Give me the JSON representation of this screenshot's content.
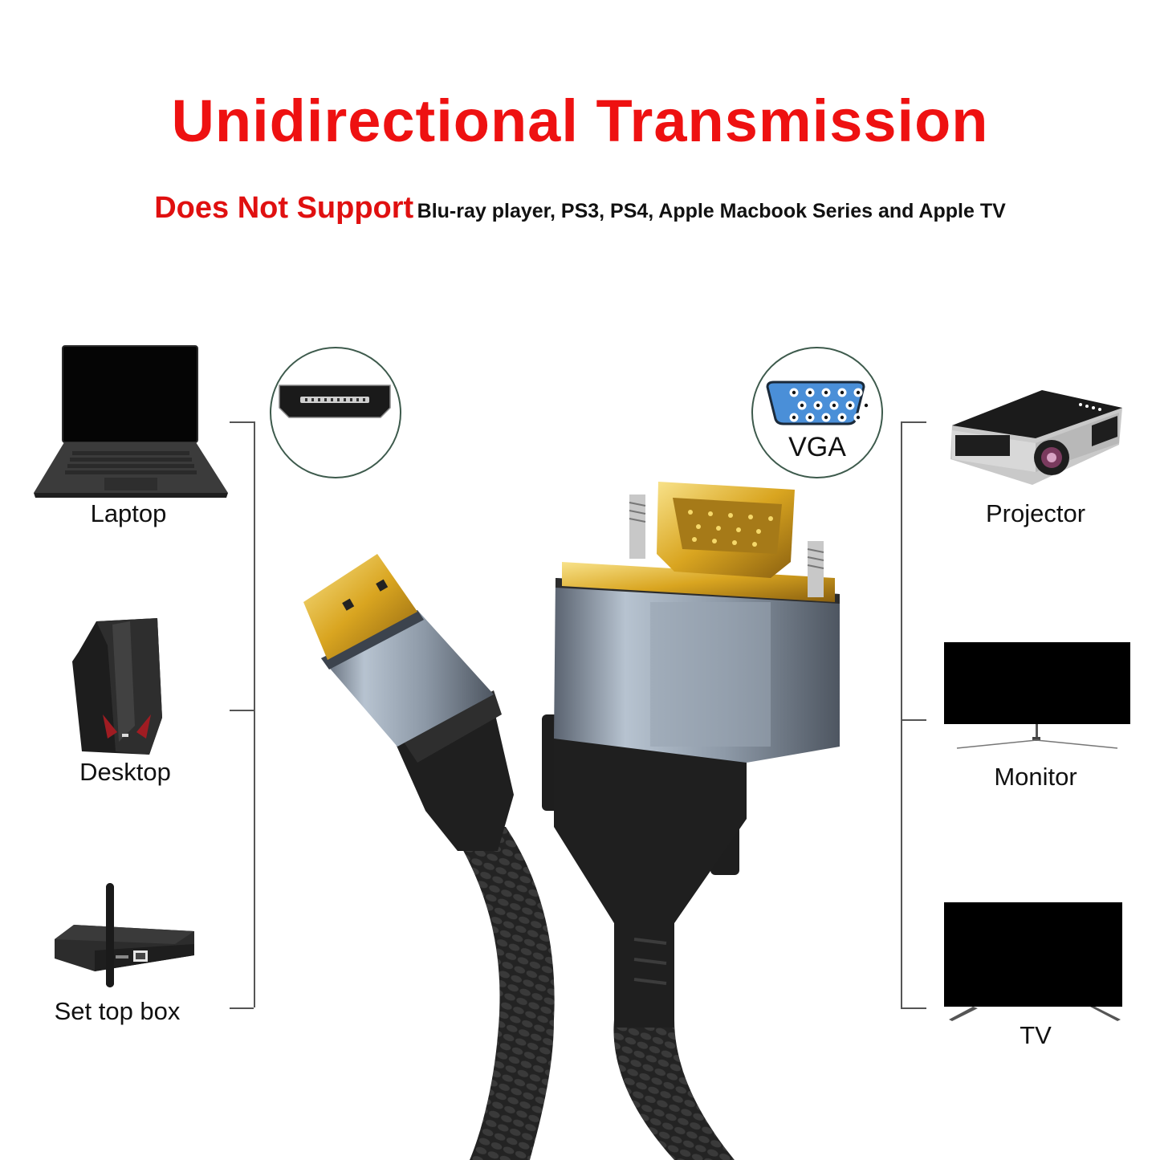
{
  "header": {
    "title": "Unidirectional Transmission",
    "subtitle_emphasis": "Does Not Support",
    "subtitle_rest": "Blu-ray player, PS3, PS4, Apple Macbook Series and Apple TV"
  },
  "connectors": {
    "hdmi": {
      "icon": "hdmi-port-icon",
      "label": ""
    },
    "vga": {
      "icon": "vga-port-icon",
      "label": "VGA"
    }
  },
  "sources": [
    {
      "label": "Laptop",
      "icon": "laptop-icon"
    },
    {
      "label": "Desktop",
      "icon": "desktop-tower-icon"
    },
    {
      "label": "Set top box",
      "icon": "set-top-box-icon"
    }
  ],
  "displays": [
    {
      "label": "Projector",
      "icon": "projector-icon"
    },
    {
      "label": "Monitor",
      "icon": "monitor-icon"
    },
    {
      "label": "TV",
      "icon": "tv-icon"
    }
  ],
  "colors": {
    "title_red": "#ee1111",
    "vga_blue": "#4a8fd8",
    "gold": "#d9a520",
    "metal_gray": "#7f8b99",
    "cable_black": "#2a2a2a"
  }
}
